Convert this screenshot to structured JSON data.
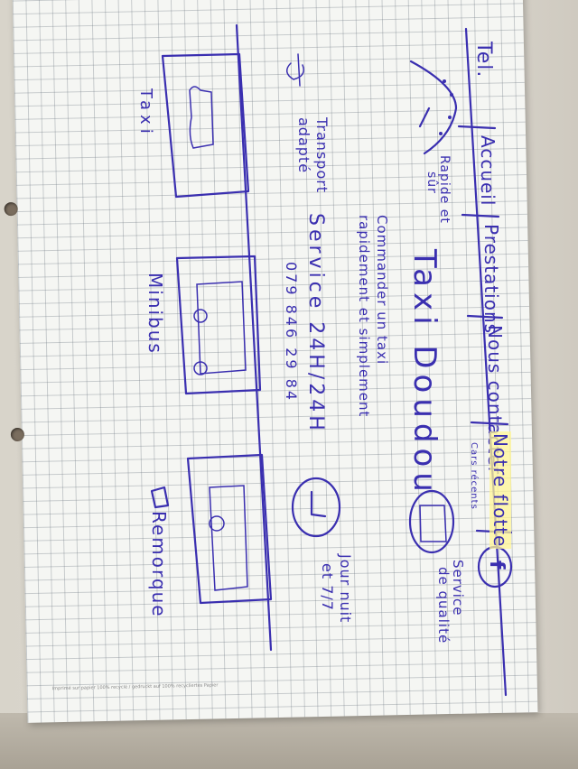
{
  "nav": {
    "tel": "Tel.",
    "accueil": "Accueil",
    "prestations": "Prestations",
    "nous_contacter": "Nous contacter",
    "notre_flotte": "Notre flotte"
  },
  "hero": {
    "title": "Taxi Doudou",
    "subtitle_line1": "Commander un taxi",
    "subtitle_line2": "rapidement et simplement",
    "service": "Service 24H/24H",
    "phone": "079 846 29 84"
  },
  "features": {
    "rapide_line1": "Rapide et",
    "rapide_line2": "sûr",
    "transport_line1": "Transport",
    "transport_line2": "adapté",
    "jour_line1": "Jour nuit",
    "jour_line2": "et 7/7",
    "qualite_line1": "Service",
    "qualite_line2": "de qualité",
    "cars_recents": "Cars récents"
  },
  "fleet": {
    "taxi": "Taxi",
    "minibus": "Minibus",
    "remorque": "Remorque"
  },
  "icons": {
    "facebook": "f"
  },
  "paper_footer": "Imprimé sur papier 100% recyclé / gedruckt auf 100% recycliertes Papier",
  "colors": {
    "ink": "#3a2fb0",
    "highlight": "#fff596"
  }
}
